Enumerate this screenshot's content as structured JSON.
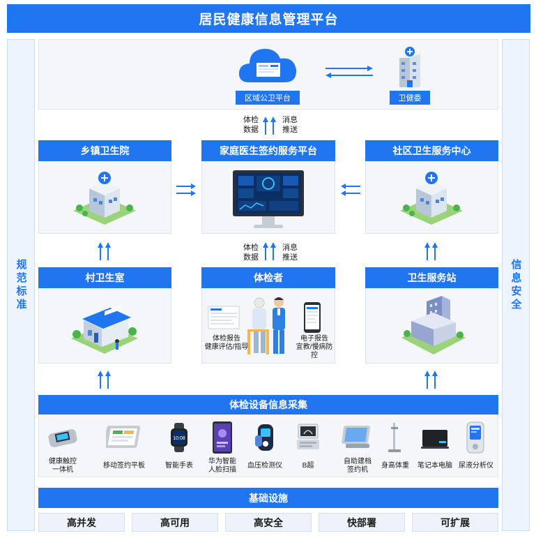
{
  "title": "居民健康信息管理平台",
  "left_side": "规范标准",
  "right_side": "信息安全",
  "top": {
    "cloud_label": "区域公卫平台",
    "commission_label": "卫健委"
  },
  "flow_top": {
    "up": "体检数据",
    "down": "消息推送"
  },
  "flow_mid": {
    "up": "体检数据",
    "down": "消息推送"
  },
  "row1": {
    "left": "乡镇卫生院",
    "center": "家庭医生签约服务平台",
    "right": "社区卫生服务中心"
  },
  "row2": {
    "left": "村卫生室",
    "center": "体检者",
    "right": "卫生服务站",
    "report_left": "体检报告\n健康评估/指导",
    "report_right": "电子报告\n宣教/慢病防控"
  },
  "devices": {
    "header": "体检设备信息采集",
    "items": [
      "健康触控\n一体机",
      "移动签约平板",
      "智能手表",
      "华为智能\n人脸扫描",
      "血压检测仪",
      "B超",
      "自助建档\n签约机",
      "身高体重",
      "笔记本电脑",
      "尿液分析仪"
    ]
  },
  "infra": {
    "header": "基础设施",
    "items": [
      "高并发",
      "高可用",
      "高安全",
      "快部署",
      "可扩展"
    ]
  },
  "colors": {
    "primary": "#1f76f0",
    "panel": "#f4f6f9",
    "side": "#eef4fd"
  }
}
